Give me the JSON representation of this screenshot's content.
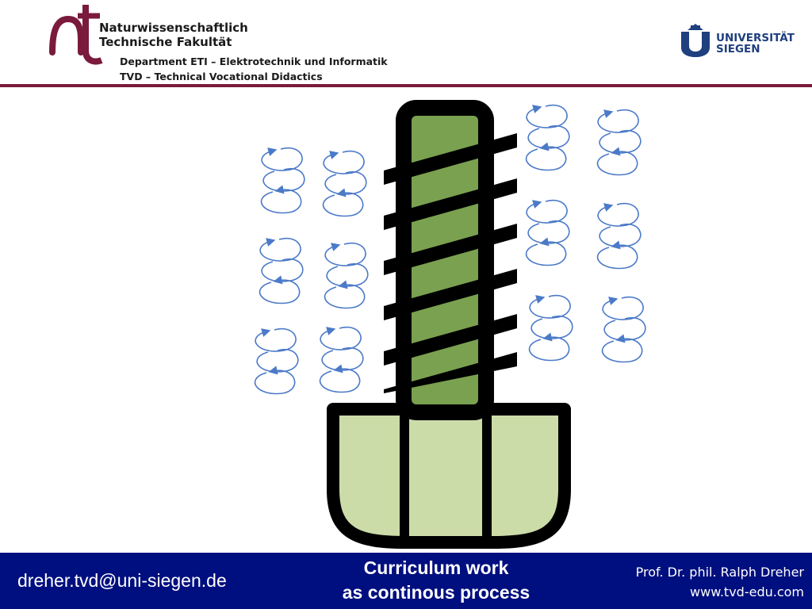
{
  "header": {
    "faculty_line1": "Naturwissenschaftlich",
    "faculty_line2": "Technische Fakultät",
    "department_line1": "Department ETI – Elektrotechnik und Informatik",
    "department_line2": "TVD – Technical Vocational Didactics",
    "university_line1": "UNIVERSITÄT",
    "university_line2": "SIEGEN",
    "faculty_logo_color": "#7a1a3c",
    "university_logo_color": "#1f3f7f"
  },
  "diagram": {
    "screw_outline_color": "#000000",
    "shaft_fill_color": "#7aa14f",
    "head_fill_color": "#ccdca8",
    "loop_color": "#4b7ac8",
    "loop_clusters_left_count": 6,
    "loop_clusters_right_count": 6
  },
  "footer": {
    "email": "dreher.tvd@uni-siegen.de",
    "caption_line1": "Curriculum work",
    "caption_line2": "as continous process",
    "author": "Prof. Dr. phil. Ralph Dreher",
    "website": "www.tvd-edu.com",
    "background_color": "#000f7f"
  }
}
